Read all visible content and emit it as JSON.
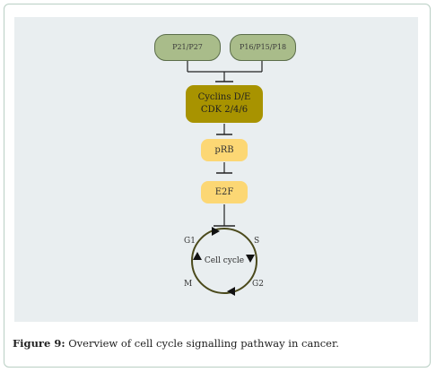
{
  "nodes": {
    "p21": "P21/P27",
    "p16": "P16/P15/P18",
    "cyclins_line1": "Cyclins D/E",
    "cyclins_line2": "CDK 2/4/6",
    "prb": "pRB",
    "e2f": "E2F",
    "cell_cycle": "Cell cycle"
  },
  "phases": {
    "g1": "G1",
    "s": "S",
    "m": "M",
    "g2": "G2"
  },
  "caption": {
    "label": "Figure 9:",
    "text": " Overview of cell cycle signalling pathway in cancer."
  },
  "colors": {
    "panel": "#e9eef0",
    "inhibitor_pill": "#a9bc8a",
    "cdk_box": "#a89300",
    "yellow_box": "#fcd774",
    "cycle_ring": "#4b4a1c"
  }
}
